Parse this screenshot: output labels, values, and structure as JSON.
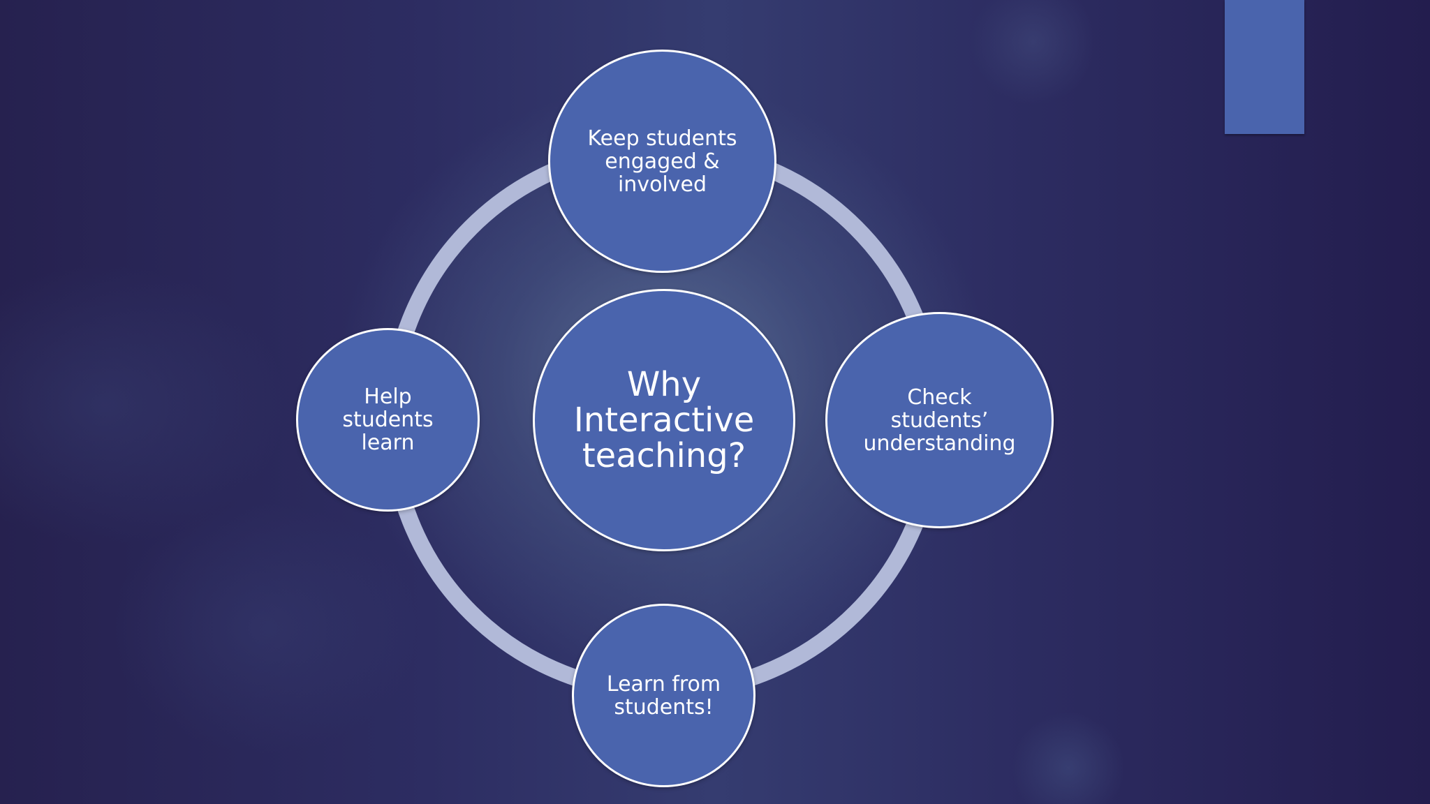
{
  "slide": {
    "background_color": "#2d2d62",
    "accent_color": "#4a64ad",
    "ring_color": "#b1b9d8"
  },
  "diagram": {
    "center": {
      "label": "Why\nInteractive\nteaching?"
    },
    "nodes": {
      "top": {
        "label": "Keep students\nengaged &\ninvolved"
      },
      "right": {
        "label": "Check\nstudents’\nunderstanding"
      },
      "bottom": {
        "label": "Learn from\nstudents!"
      },
      "left": {
        "label": "Help\nstudents\nlearn"
      }
    }
  }
}
